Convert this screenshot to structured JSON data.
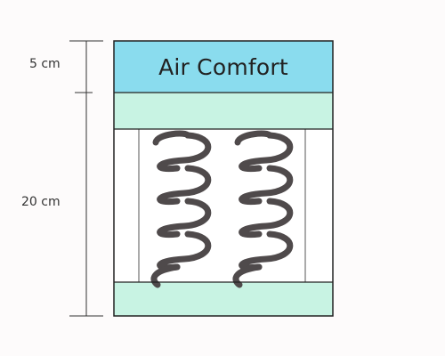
{
  "mattress": {
    "top_layer_label": "Air Comfort",
    "top_thickness_label": "5 cm",
    "core_thickness_label": "20 cm"
  },
  "colors": {
    "top_layer": "#8adcee",
    "comfort_layer": "#c8f3e3",
    "bottom_layer": "#c8f3e3",
    "spring_core": "#ffffff",
    "coil": "#4f4a4b",
    "outline": "#222222",
    "dimension_line": "#333333"
  },
  "icons": {
    "coil_columns": "spring-coil-icon"
  }
}
